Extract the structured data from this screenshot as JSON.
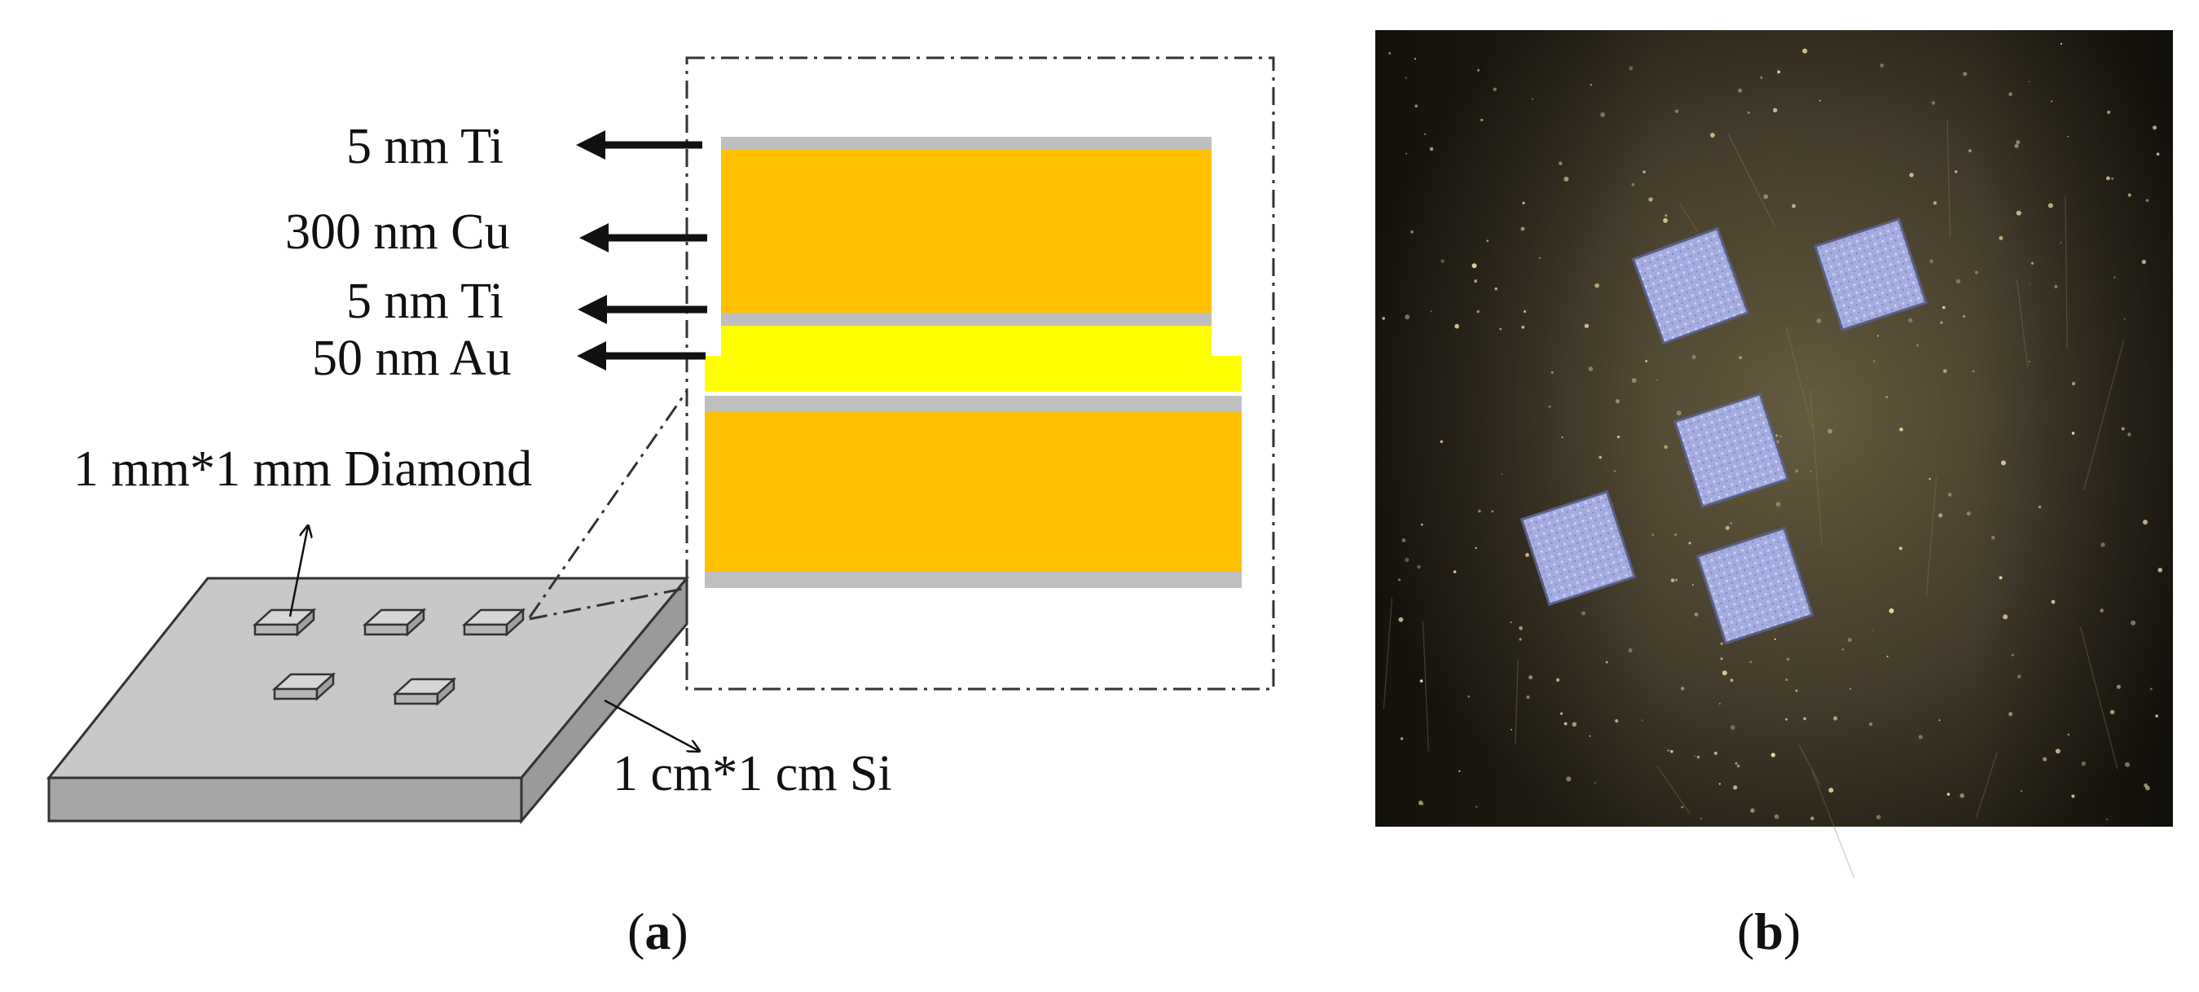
{
  "panel_a": {
    "layer_labels": {
      "ti_top": "5 nm Ti",
      "cu": "300 nm Cu",
      "ti_mid": "5 nm Ti",
      "au": "50 nm Au"
    },
    "diamond_label": "1 mm*1 mm Diamond",
    "substrate_label": "1 cm*1 cm Si",
    "caption_open": "(",
    "caption_letter": "a",
    "caption_close": ")"
  },
  "panel_b": {
    "caption_open": "(",
    "caption_letter": "b",
    "caption_close": ")"
  },
  "colors": {
    "copper": "#ffc000",
    "gold": "#ffff00",
    "titanium": "#bfbfbf",
    "silicon_top": "#c8c8c8",
    "silicon_side": "#a6a6a6",
    "photo_background": "#3b3422",
    "diamond_sample": "#9fa8df"
  }
}
